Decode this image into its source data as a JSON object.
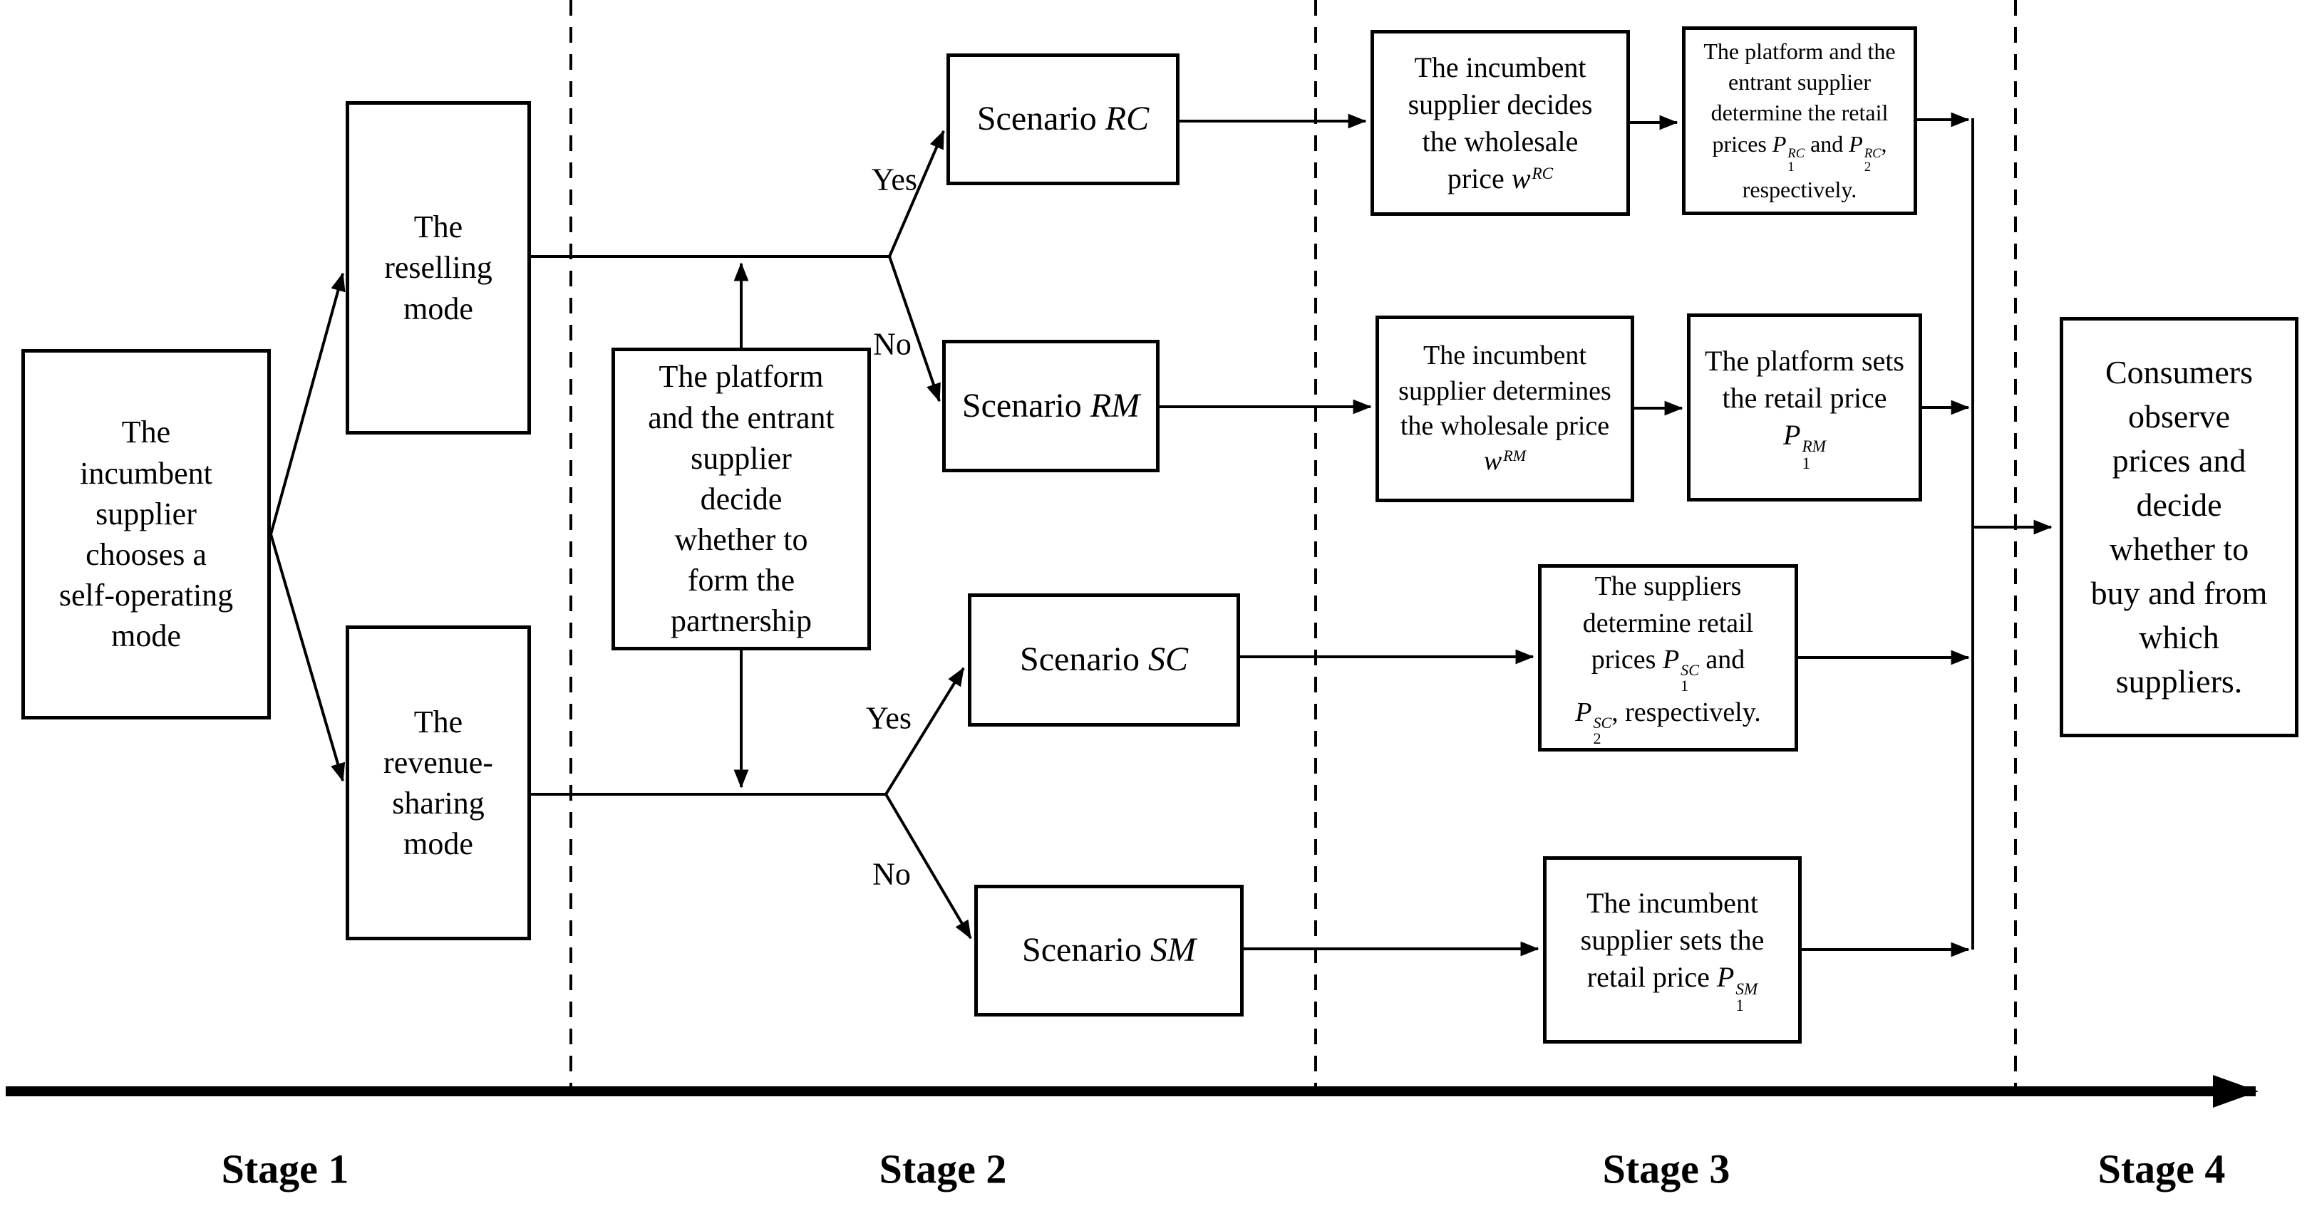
{
  "colors": {
    "ink": "#000000",
    "paper": "#ffffff"
  },
  "stage_labels": [
    {
      "label": "Stage 1"
    },
    {
      "label": "Stage 2"
    },
    {
      "label": "Stage 3"
    },
    {
      "label": "Stage 4"
    }
  ],
  "branch_labels": {
    "reselling_yes": "Yes",
    "reselling_no": "No",
    "revenue_yes": "Yes",
    "revenue_no": "No"
  },
  "boxes": {
    "incumbent_choice": {
      "segments": [
        {
          "text": "The\nincumbent\nsupplier\nchooses a\nself-operating\nmode"
        }
      ]
    },
    "reselling_mode": {
      "segments": [
        {
          "text": "The\nreselling\nmode"
        }
      ]
    },
    "revenue_sharing_mode": {
      "segments": [
        {
          "text": "The\nrevenue-\nsharing\nmode"
        }
      ]
    },
    "partnership_decision": {
      "segments": [
        {
          "text": "The platform\nand the entrant\nsupplier\ndecide\nwhether to\nform the\npartnership"
        }
      ]
    },
    "scenario_rc": {
      "segments": [
        {
          "text": "Scenario "
        },
        {
          "i": "RC"
        }
      ]
    },
    "scenario_rm": {
      "segments": [
        {
          "text": "Scenario "
        },
        {
          "i": "RM"
        }
      ]
    },
    "scenario_sc": {
      "segments": [
        {
          "text": "Scenario "
        },
        {
          "i": "SC"
        }
      ]
    },
    "scenario_sm": {
      "segments": [
        {
          "text": "Scenario "
        },
        {
          "i": "SM"
        }
      ]
    },
    "rc_wholesale": {
      "segments": [
        {
          "text": "The incumbent\nsupplier decides\nthe wholesale\nprice "
        },
        {
          "math": {
            "base": "w",
            "sup": "RC"
          }
        }
      ]
    },
    "rc_retail": {
      "segments": [
        {
          "text": "The platform and the\nentrant supplier\ndetermine the retail\nprices "
        },
        {
          "math": {
            "base": "P",
            "sub": "1",
            "sup": "RC"
          }
        },
        {
          "text": " and "
        },
        {
          "math": {
            "base": "P",
            "sub": "2",
            "sup": "RC"
          }
        },
        {
          "text": ",\nrespectively."
        }
      ]
    },
    "rm_wholesale": {
      "segments": [
        {
          "text": "The incumbent\nsupplier determines\nthe wholesale price\n"
        },
        {
          "math": {
            "base": "w",
            "sup": "RM"
          }
        }
      ]
    },
    "rm_retail": {
      "segments": [
        {
          "text": "The platform sets\nthe retail price\n"
        },
        {
          "math": {
            "base": "P",
            "sub": "1",
            "sup": "RM"
          }
        }
      ]
    },
    "sc_retail": {
      "segments": [
        {
          "text": "The suppliers\ndetermine retail\nprices "
        },
        {
          "math": {
            "base": "P",
            "sub": "1",
            "sup": "SC"
          }
        },
        {
          "text": " and\n"
        },
        {
          "math": {
            "base": "P",
            "sub": "2",
            "sup": "SC"
          }
        },
        {
          "text": ", respectively."
        }
      ]
    },
    "sm_retail": {
      "segments": [
        {
          "text": "The incumbent\nsupplier sets the\nretail price "
        },
        {
          "math": {
            "base": "P",
            "sub": "1",
            "sup": "SM"
          }
        }
      ]
    },
    "consumers": {
      "segments": [
        {
          "text": "Consumers\nobserve\nprices and\ndecide\nwhether to\nbuy and from\nwhich\nsuppliers."
        }
      ]
    }
  }
}
